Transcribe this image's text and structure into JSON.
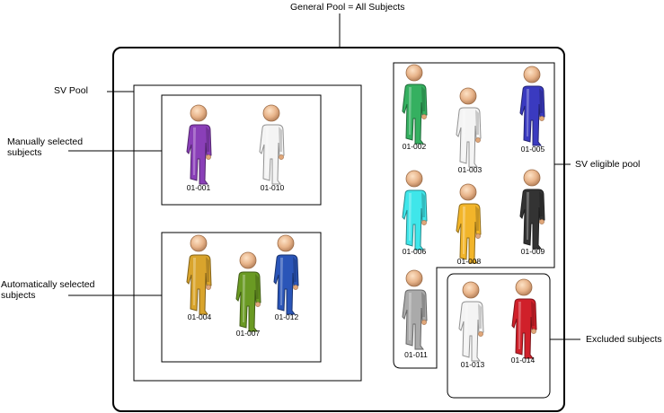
{
  "labels": {
    "general_pool": "General Pool = All Subjects",
    "sv_pool": "SV Pool",
    "manual_line1": "Manually selected",
    "manual_line2": "subjects",
    "auto_line1": "Automatically selected",
    "auto_line2": "subjects",
    "eligible_pool": "SV eligible pool",
    "excluded": "Excluded subjects"
  },
  "subjects": [
    {
      "id": "01-001",
      "color": "#8a3fb8",
      "icon": "person-icon",
      "group": "manual"
    },
    {
      "id": "01-010",
      "color": "#f4f4f4",
      "icon": "person-icon",
      "group": "manual"
    },
    {
      "id": "01-004",
      "color": "#d9a42c",
      "icon": "person-icon",
      "group": "automatic"
    },
    {
      "id": "01-007",
      "color": "#6a9a23",
      "icon": "person-icon",
      "group": "automatic"
    },
    {
      "id": "01-012",
      "color": "#2a55b8",
      "icon": "person-icon",
      "group": "automatic"
    },
    {
      "id": "01-002",
      "color": "#35b060",
      "icon": "person-icon",
      "group": "eligible"
    },
    {
      "id": "01-003",
      "color": "#f4f4f4",
      "icon": "person-icon",
      "group": "eligible"
    },
    {
      "id": "01-005",
      "color": "#3a3ac0",
      "icon": "person-icon",
      "group": "eligible"
    },
    {
      "id": "01-006",
      "color": "#3fe6ea",
      "icon": "person-icon",
      "group": "eligible"
    },
    {
      "id": "01-008",
      "color": "#f2b52a",
      "icon": "person-icon",
      "group": "eligible"
    },
    {
      "id": "01-009",
      "color": "#333333",
      "icon": "person-icon",
      "group": "eligible"
    },
    {
      "id": "01-011",
      "color": "#aaaaaa",
      "icon": "person-icon",
      "group": "eligible"
    },
    {
      "id": "01-013",
      "color": "#f4f4f4",
      "icon": "person-icon",
      "group": "excluded"
    },
    {
      "id": "01-014",
      "color": "#d0202a",
      "icon": "person-icon",
      "group": "excluded"
    }
  ]
}
